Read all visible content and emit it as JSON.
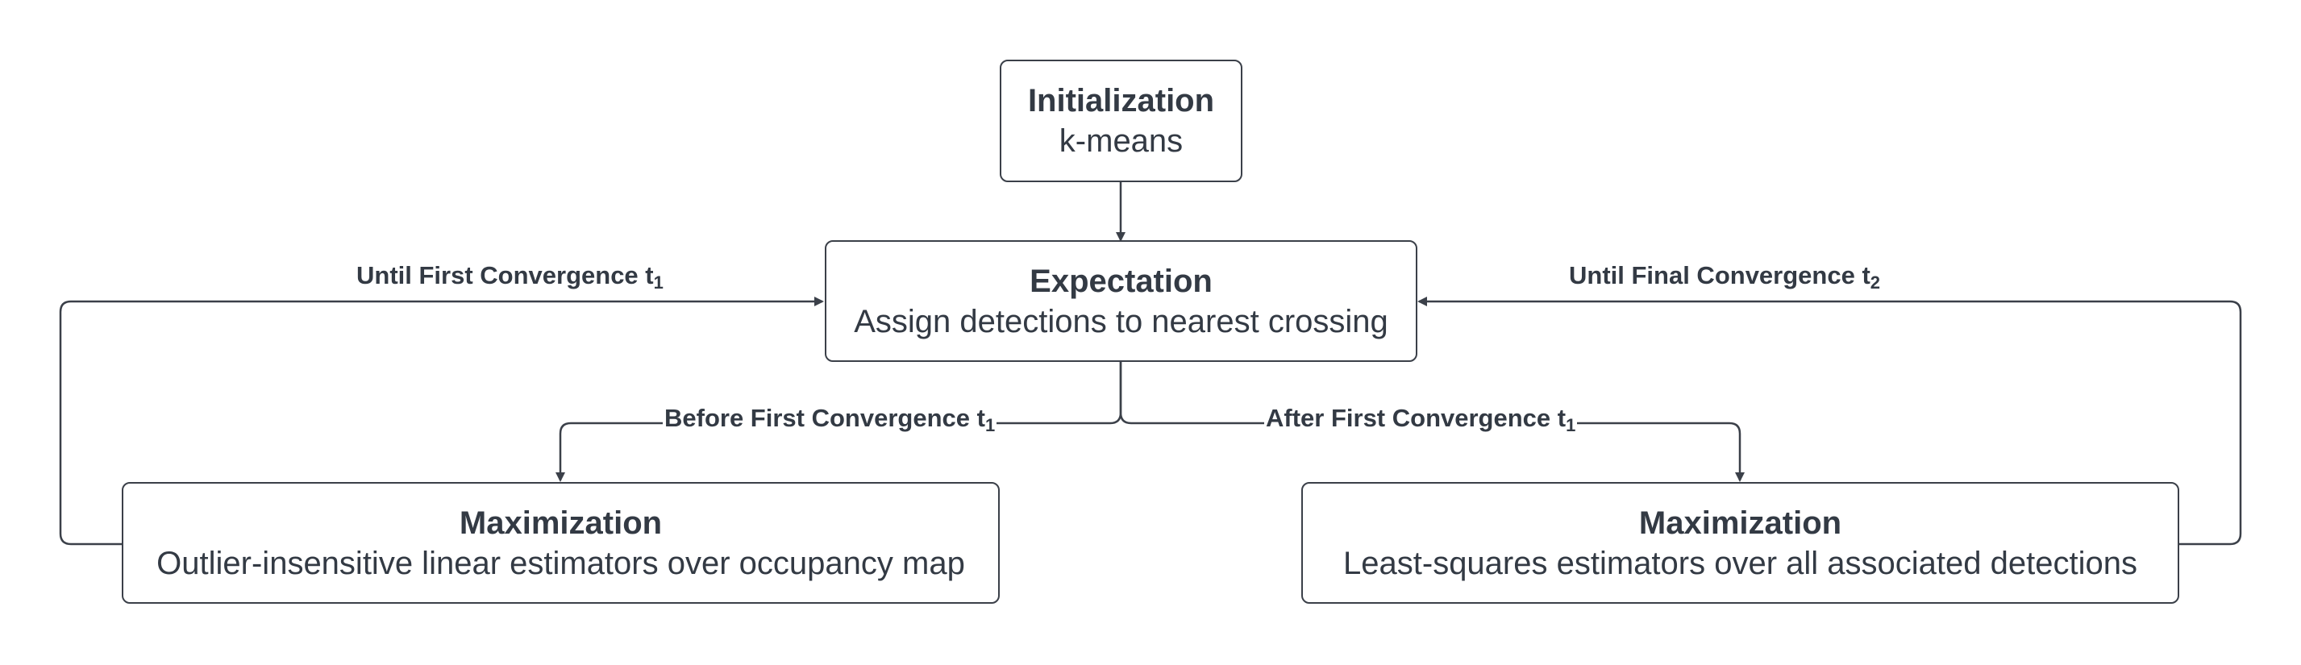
{
  "nodes": {
    "init": {
      "title": "Initialization",
      "sub": "k-means"
    },
    "expectation": {
      "title": "Expectation",
      "sub": "Assign detections to nearest crossing"
    },
    "max_left": {
      "title": "Maximization",
      "sub": "Outlier-insensitive linear estimators over occupancy map"
    },
    "max_right": {
      "title": "Maximization",
      "sub": "Least-squares estimators over all associated detections"
    }
  },
  "edges": {
    "until_first": {
      "text": "Until First Convergence t",
      "sub": "1"
    },
    "until_final": {
      "text": "Until Final Convergence t",
      "sub": "2"
    },
    "before_first": {
      "text": "Before First Convergence t",
      "sub": "1"
    },
    "after_first": {
      "text": "After First Convergence t",
      "sub": "1"
    }
  }
}
